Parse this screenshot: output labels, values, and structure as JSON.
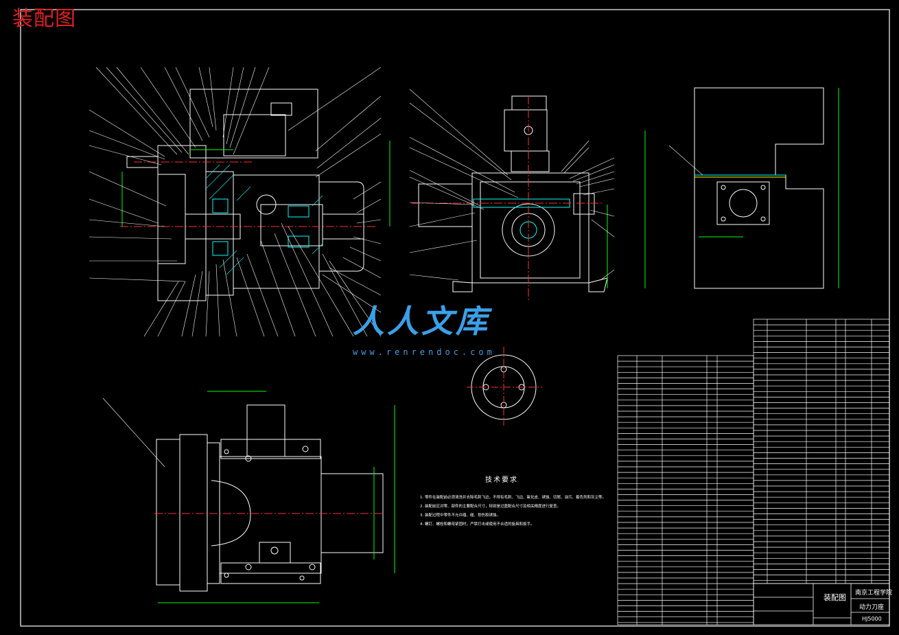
{
  "drawing": {
    "title": "装配图",
    "tech_requirements": {
      "heading": "技术要求",
      "lines": [
        "1. 零件在装配前必须清洗并去除毛刺飞边，不得有毛刺、飞边、氧化皮、锈蚀、切屑、油污、着色剂和灰尘等。",
        "2. 装配前应对零、部件的主要配合尺寸，特别是过盈配合尺寸及相关精度进行复查。",
        "3. 装配过程中零件不允许磕、碰、划伤和锈蚀。",
        "4. 螺钉、螺栓和螺母紧固时，严禁打击或使用不合适的旋具和扳手。"
      ]
    },
    "title_block": {
      "drawing_name": "装配图",
      "school": "南京工程学院",
      "product": "动力刀座",
      "code": "HJ5000"
    }
  },
  "watermark": {
    "text": "人人文库",
    "url": "www.renrendoc.com"
  },
  "colors": {
    "background": "#000000",
    "line": "#ffffff",
    "dimension": "#00ff00",
    "centerline": "#ff3030",
    "hatch": "#00ffff",
    "leader": "#ffffff",
    "accent_yellow": "#ffff00",
    "watermark": "#3aa0e8"
  }
}
